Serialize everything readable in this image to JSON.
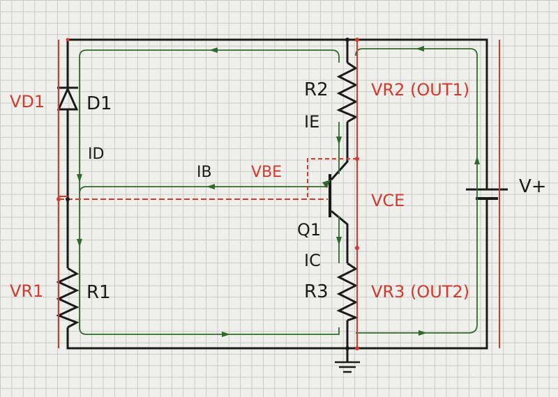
{
  "labels": {
    "vd1": "VD1",
    "d1": "D1",
    "id": "ID",
    "ib": "IB",
    "vbe": "VBE",
    "r2": "R2",
    "ie": "IE",
    "vr2": "VR2 (OUT1)",
    "vce": "VCE",
    "vplus": "V+",
    "q1": "Q1",
    "ic": "IC",
    "r3": "R3",
    "vr3": "VR3 (OUT2)",
    "vr1": "VR1",
    "r1": "R1"
  },
  "colors": {
    "wire": "#1a1a1a",
    "current": "#2e6b2a",
    "voltage": "#d23a2e"
  }
}
